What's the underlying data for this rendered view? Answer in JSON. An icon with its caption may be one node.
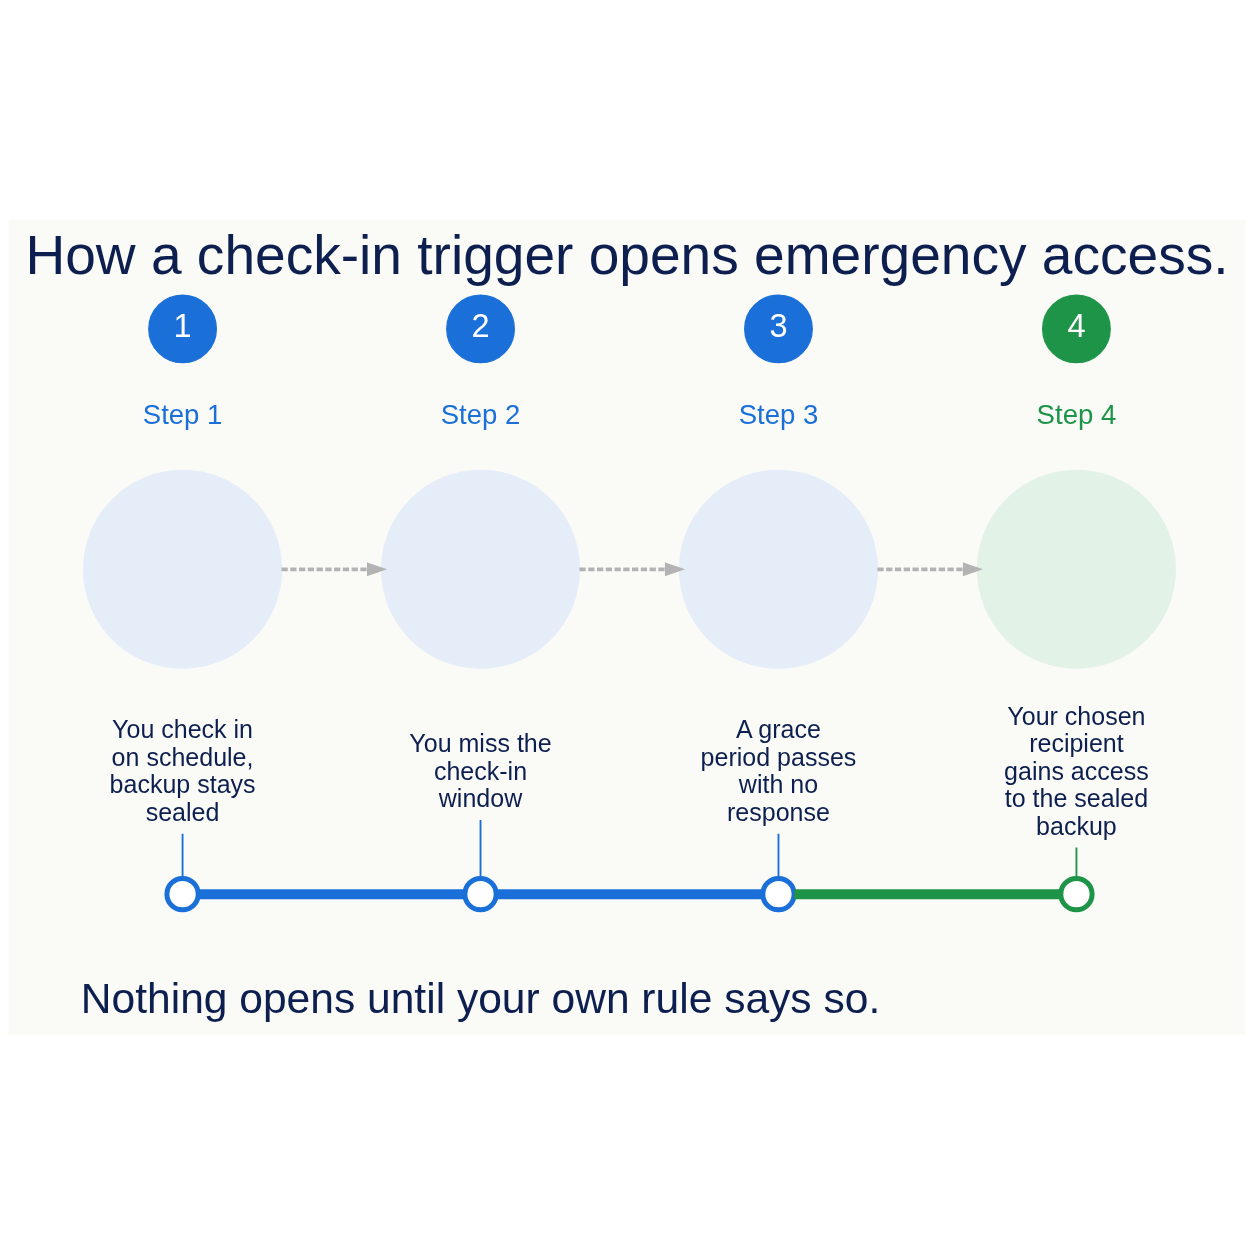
{
  "diagram": {
    "title": "How a check-in trigger opens emergency access.",
    "nodes": [
      {
        "text": [
          "1"
        ],
        "beside": [
          "Step 1"
        ]
      },
      {
        "text": [
          "2"
        ],
        "beside": [
          "Step 2"
        ]
      },
      {
        "text": [
          "3"
        ],
        "beside": [
          "Step 3"
        ]
      },
      {
        "text": [
          "4"
        ],
        "beside": [
          "Step 4"
        ]
      },
      {
        "text": [],
        "shape": "circle"
      },
      {
        "text": [],
        "shape": "circle"
      },
      {
        "text": [],
        "shape": "circle"
      },
      {
        "text": [],
        "shape": "circle"
      },
      {
        "text": [
          "You check in on schedule, backup stays sealed"
        ]
      },
      {
        "text": [
          "You miss the check-in window"
        ]
      },
      {
        "text": [
          "A grace period passes with no response"
        ]
      },
      {
        "text": [
          "Your chosen recipient gains access to the sealed backup"
        ]
      },
      {
        "text": [],
        "shape": "circle"
      },
      {
        "text": [],
        "shape": "circle"
      },
      {
        "text": [],
        "shape": "circle"
      },
      {
        "text": [],
        "shape": "circle"
      }
    ],
    "edges": [
      {
        "from": 4,
        "to": 5,
        "arrow": "to",
        "style": "dashed",
        "color": "#b3b3b3"
      },
      {
        "from": 5,
        "to": 6,
        "arrow": "to",
        "style": "dashed",
        "color": "#b3b3b3"
      },
      {
        "from": 6,
        "to": 7,
        "arrow": "to",
        "style": "dashed",
        "color": "#b3b3b3"
      },
      {
        "from": 8,
        "to": 12,
        "arrow": "none"
      },
      {
        "from": 9,
        "to": 13,
        "arrow": "none"
      },
      {
        "from": 10,
        "to": 14,
        "arrow": "none"
      },
      {
        "from": 11,
        "to": 15,
        "arrow": "none",
        "color": "#1e9448"
      },
      {
        "from": 12,
        "to": 13,
        "arrow": "none",
        "style": "thick"
      },
      {
        "from": 13,
        "to": 14,
        "arrow": "none",
        "style": "thick"
      },
      {
        "from": 14,
        "to": 15,
        "arrow": "none",
        "style": "thick",
        "color": "#1e9448"
      }
    ],
    "labels": [
      "Nothing opens until your own rule says so."
    ]
  }
}
